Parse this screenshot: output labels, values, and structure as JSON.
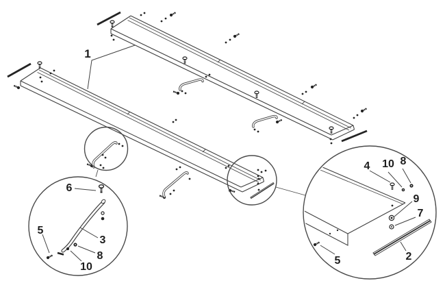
{
  "diagram": {
    "type": "exploded-parts-diagram",
    "background": "#ffffff",
    "line_color": "#3f3f3f",
    "dark_color": "#242424",
    "main_callout": {
      "label": "1",
      "part": "side-rail"
    },
    "left_detail": {
      "callouts": [
        {
          "label": "6",
          "part": "screw"
        },
        {
          "label": "5",
          "part": "screw"
        },
        {
          "label": "3",
          "part": "bracket"
        },
        {
          "label": "8",
          "part": "nut"
        },
        {
          "label": "10",
          "part": "nut"
        }
      ]
    },
    "right_detail": {
      "callouts": [
        {
          "label": "4",
          "part": "screw"
        },
        {
          "label": "10",
          "part": "nut"
        },
        {
          "label": "8",
          "part": "washer"
        },
        {
          "label": "9",
          "part": "nut"
        },
        {
          "label": "7",
          "part": "washer"
        },
        {
          "label": "2",
          "part": "strip"
        },
        {
          "label": "5",
          "part": "screw"
        }
      ]
    }
  }
}
